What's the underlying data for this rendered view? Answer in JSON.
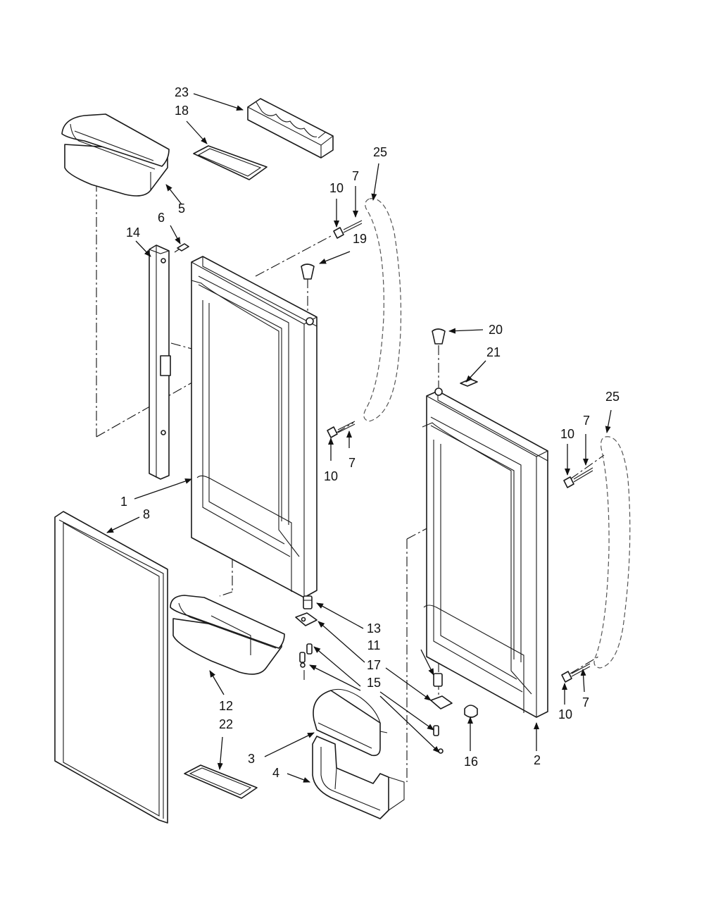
{
  "callouts": {
    "c23": "23",
    "c18": "18",
    "c25a": "25",
    "c10a": "10",
    "c7a": "7",
    "c5": "5",
    "c6": "6",
    "c14": "14",
    "c19": "19",
    "c20": "20",
    "c21": "21",
    "c25b": "25",
    "c10b": "10",
    "c7b": "7",
    "c10c": "10",
    "c7c": "7",
    "c1": "1",
    "c8": "8",
    "c13": "13",
    "c11": "11",
    "c17": "17",
    "c15": "15",
    "c12": "12",
    "c22": "22",
    "c3": "3",
    "c4": "4",
    "c16": "16",
    "c2": "2",
    "c10d": "10",
    "c7d": "7"
  }
}
